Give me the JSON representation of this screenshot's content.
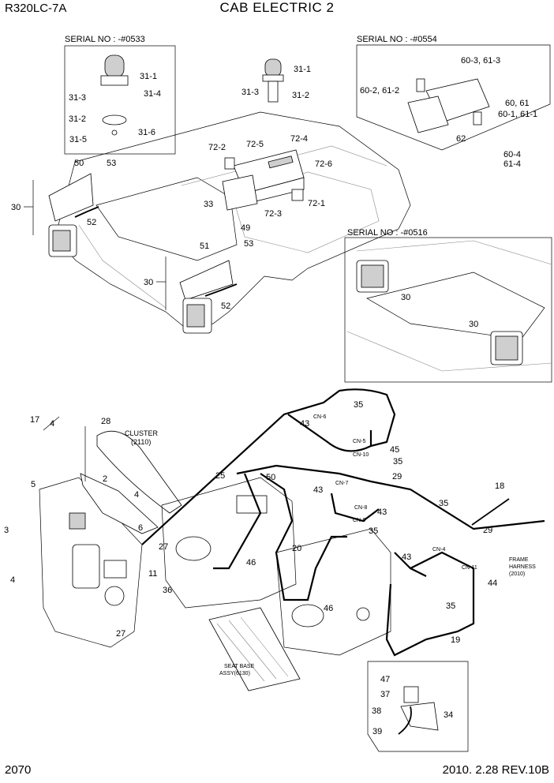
{
  "header": {
    "model": "R320LC-7A",
    "title": "CAB ELECTRIC 2"
  },
  "footer": {
    "page_number": "2070",
    "revision": "2010. 2.28  REV.10B"
  },
  "insets": {
    "serial_0533": "SERIAL NO : -#0533",
    "serial_0554": "SERIAL NO : -#0554",
    "serial_0516": "SERIAL NO : -#0516"
  },
  "notes": {
    "cluster": [
      "CLUSTER",
      "(2110)"
    ],
    "frame_harness": [
      "FRAME",
      "HARNESS",
      "(2010)"
    ],
    "seat_base": [
      "SEAT BASE",
      "ASSY(6130)"
    ]
  },
  "connectors": {
    "cn6": "CN-6",
    "cn5": "CN-5",
    "cn10": "CN-10",
    "cn7": "CN-7",
    "cn8": "CN-8",
    "cn9": "CN-9",
    "cn4": "CN-4",
    "cn11": "CN-11"
  },
  "callouts": {
    "c31_1a": "31-1",
    "c31_3a": "31-3",
    "c31_4": "31-4",
    "c31_2a": "31-2",
    "c31_5": "31-5",
    "c31_6": "31-6",
    "c31_1b": "31-1",
    "c31_3b": "31-3",
    "c31_2b": "31-2",
    "c60_3": "60-3, 61-3",
    "c60_2": "60-2, 61-2",
    "c60_61": "60, 61",
    "c60_1": "60-1, 61-1",
    "c62": "62",
    "c60_4": "60-4",
    "c61_4": "61-4",
    "c72_4": "72-4",
    "c72_2": "72-2",
    "c72_5": "72-5",
    "c72_6": "72-6",
    "c72_1": "72-1",
    "c72_3": "72-3",
    "c33": "33",
    "c49": "49",
    "c50a": "50",
    "c53a": "53",
    "c30a": "30",
    "c52a": "52",
    "c51": "51",
    "c53b": "53",
    "c30b": "30",
    "c52b": "52",
    "c30c": "30",
    "c30d": "30",
    "c17": "17",
    "c4a": "4",
    "c28": "28",
    "c5": "5",
    "c2": "2",
    "c4b": "4",
    "c6": "6",
    "c3": "3",
    "c4c": "4",
    "c27a": "27",
    "c11": "11",
    "c36": "36",
    "c27b": "27",
    "c25": "25",
    "c50b": "50",
    "c46a": "46",
    "c20": "20",
    "c46b": "46",
    "c35a": "35",
    "c43a": "43",
    "c45": "45",
    "c35b": "35",
    "c29a": "29",
    "c43b": "43",
    "c43c": "43",
    "c35c": "35",
    "c18": "18",
    "c35d": "35",
    "c29b": "29",
    "c43d": "43",
    "c44": "44",
    "c35e": "35",
    "c19": "19",
    "c47": "47",
    "c37": "37",
    "c38": "38",
    "c34": "34",
    "c39": "39"
  }
}
